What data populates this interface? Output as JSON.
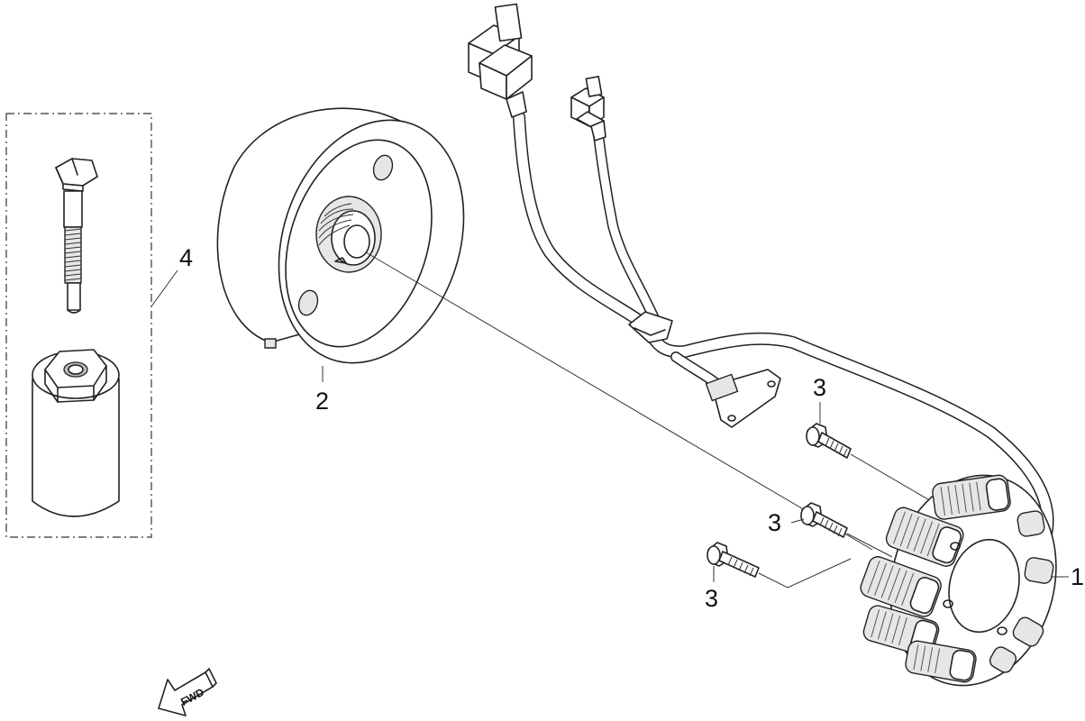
{
  "callouts": {
    "stator": "1",
    "flywheel": "2",
    "bolt_top": "3",
    "bolt_mid": "3",
    "bolt_low": "3",
    "puller_kit": "4"
  },
  "fwd_arrow_label": "FWD"
}
